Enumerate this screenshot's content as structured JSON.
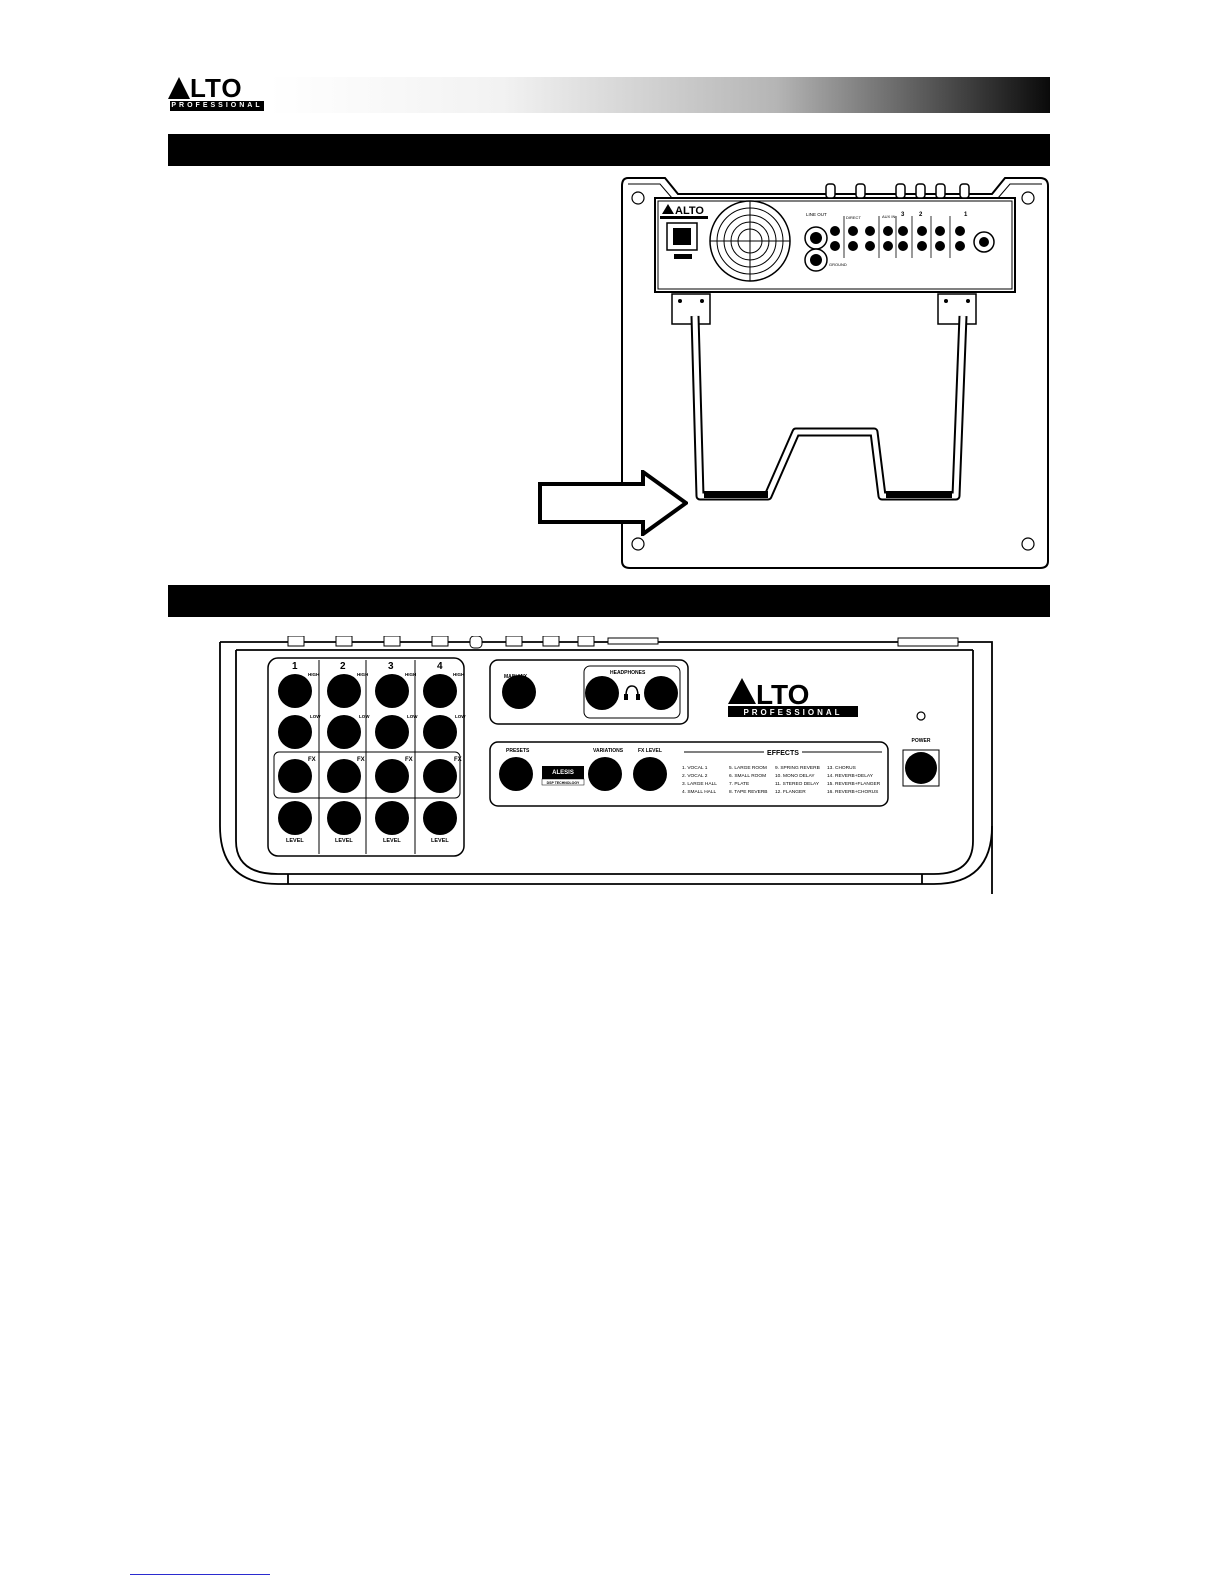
{
  "brand": {
    "name": "LTO",
    "subtitle": "PROFESSIONAL"
  },
  "rear_panel": {
    "logo_text": "ALTO",
    "labels": [
      "LINE OUT",
      "DIRECT",
      "GROUND",
      "AUX IN",
      "3",
      "2",
      "1"
    ]
  },
  "front_panel": {
    "channels": [
      {
        "number": "1",
        "level_label": "LEVEL"
      },
      {
        "number": "2",
        "level_label": "LEVEL"
      },
      {
        "number": "3",
        "level_label": "LEVEL"
      },
      {
        "number": "4",
        "level_label": "LEVEL"
      }
    ],
    "eq_high": "HIGH",
    "eq_low": "LOW",
    "fx_label": "FX",
    "main_mix": "MAIN MIX",
    "headphones": "HEADPHONES",
    "presets": "PRESETS",
    "variations": "VARIATIONS",
    "fx_level": "FX LEVEL",
    "alesis": "ALESIS",
    "alesis_sub": "DSP TECHNOLOGY",
    "power": "POWER",
    "effects_title": "EFFECTS",
    "effects": [
      "1. VOCAL 1",
      "2. VOCAL 2",
      "3. LARGE HALL",
      "4. SMALL HALL",
      "5. LARGE ROOM",
      "6. SMALL ROOM",
      "7. PLATE",
      "8. TAPE REVERB",
      "9. SPRING REVERB",
      "10. MONO DELAY",
      "11. STEREO DELAY",
      "12. FLANGER",
      "13. CHORUS",
      "14. REVERB+DELAY",
      "15. REVERB+FLANGER",
      "16. REVERB+CHORUS"
    ],
    "logo_word": "LTO",
    "logo_sub": "PROFESSIONAL"
  },
  "colors": {
    "ink": "#000000",
    "paper": "#ffffff",
    "link_underline": "#2b2bd0"
  }
}
